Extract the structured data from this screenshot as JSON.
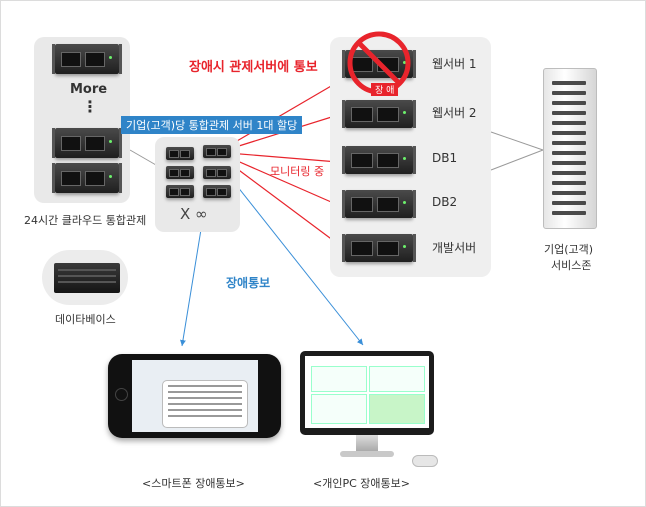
{
  "left_panel": {
    "more_label": "More",
    "dots": "⋮",
    "caption": "24시간 클라우드 통합관제"
  },
  "allocation_badge": "기업(고객)당 통합관제 서버 1대 할당",
  "multiplier": "X ∞",
  "database_label": "데이타베이스",
  "failure_notice_label": "장애시 관제서버에 통보",
  "monitoring_label": "모니터링 중",
  "failure_badge": "장 애",
  "servers": [
    {
      "label": "웹서버 1"
    },
    {
      "label": "웹서버 2"
    },
    {
      "label": "DB1"
    },
    {
      "label": "DB2"
    },
    {
      "label": "개발서버"
    }
  ],
  "service_zone": {
    "line1": "기업(고객)",
    "line2": "서비스존"
  },
  "alert_label": "장애통보",
  "smartphone_caption": "<스마트폰 장애통보>",
  "pc_caption": "<개인PC 장애통보>",
  "colors": {
    "alert_red": "#e8242c",
    "badge_blue": "#2f84c8",
    "arrow_blue": "#3a8fd8"
  }
}
